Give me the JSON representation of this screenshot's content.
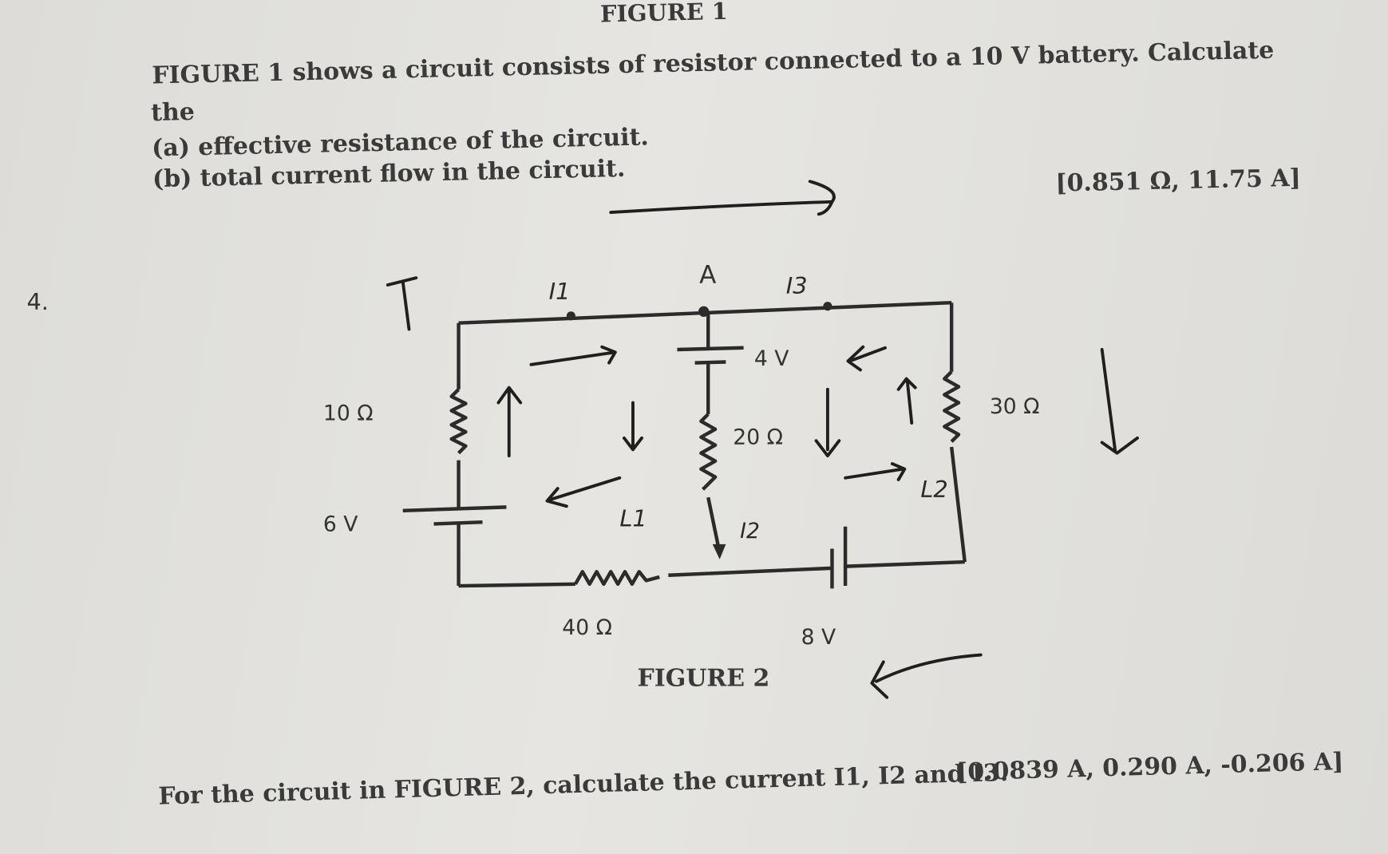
{
  "question3": {
    "figure_caption_top": "FIGURE 1",
    "line1": "FIGURE 1 shows a circuit consists of resistor connected to a 10 V battery. Calculate",
    "line2": "the",
    "part_a": "(a) effective resistance of the circuit.",
    "part_b": "(b) total current flow in the circuit.",
    "answer": "[0.851 Ω, 11.75 A]"
  },
  "question4": {
    "number": "4.",
    "circuit": {
      "label_I1": "I1",
      "label_A": "A",
      "label_I3": "I3",
      "label_4V": "4 V",
      "label_10ohm": "10 Ω",
      "label_20ohm": "20 Ω",
      "label_30ohm": "30 Ω",
      "label_6V": "6 V",
      "label_L1": "L1",
      "label_I2": "I2",
      "label_L2": "L2",
      "label_40ohm": "40 Ω",
      "label_8V": "8 V"
    },
    "figure_caption": "FIGURE 2",
    "prompt": "For the circuit in FIGURE 2, calculate the current I1, I2 and I3.",
    "answer": "[0.0839 A, 0.290 A, -0.206 A]"
  }
}
